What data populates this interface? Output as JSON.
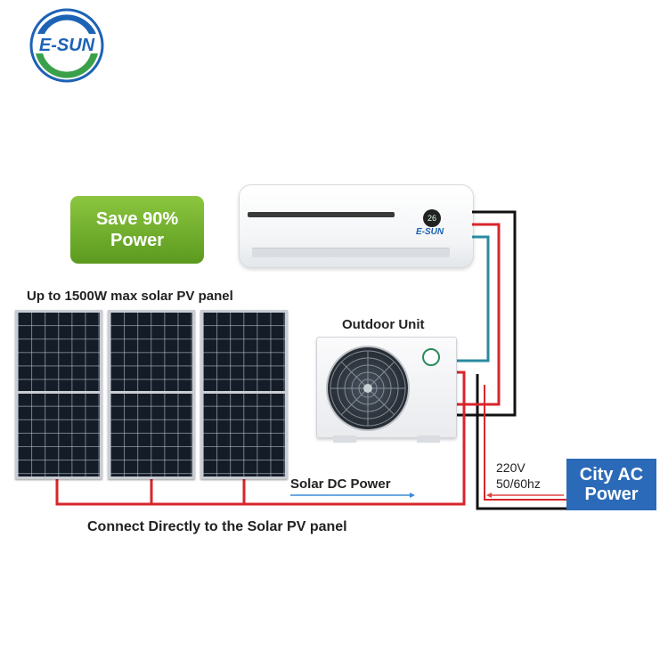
{
  "logo": {
    "text": "E-SUN"
  },
  "save_badge": {
    "line1": "Save 90%",
    "line2": "Power"
  },
  "indoor_unit": {
    "brand": "E-SUN",
    "display": "26"
  },
  "pv_heading": "Up to 1500W max solar PV panel",
  "outdoor_label": "Outdoor Unit",
  "solar_dc_label": "Solar DC Power",
  "connect_label": "Connect Directly to the Solar PV panel",
  "grid": {
    "voltage": "220V",
    "frequency": "50/60hz"
  },
  "city_ac": {
    "line1": "City AC",
    "line2": "Power"
  },
  "colors": {
    "save_green": "#6aaa2a",
    "city_blue": "#2a6ab8",
    "wire_red": "#d7262b",
    "wire_black": "#111111",
    "wire_teal": "#2a8aa0",
    "arrow_blue": "#3a8ad8",
    "arrow_red": "#e04040"
  }
}
